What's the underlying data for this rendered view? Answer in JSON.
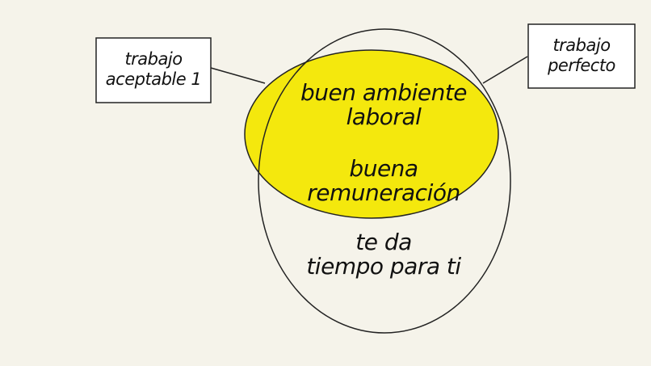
{
  "diagram": {
    "box_left": {
      "line1": "trabajo",
      "line2": "aceptable 1"
    },
    "box_right": {
      "line1": "trabajo",
      "line2": "perfecto"
    },
    "yellow": {
      "line1": "buen ambiente",
      "line2": "laboral",
      "line3": "buena",
      "line4": "remuneración"
    },
    "white": {
      "line1": "te da",
      "line2": "tiempo para ti"
    },
    "colors": {
      "background": "#f5f3ea",
      "yellow_fill": "#f4e80d",
      "stroke": "#222222"
    }
  }
}
